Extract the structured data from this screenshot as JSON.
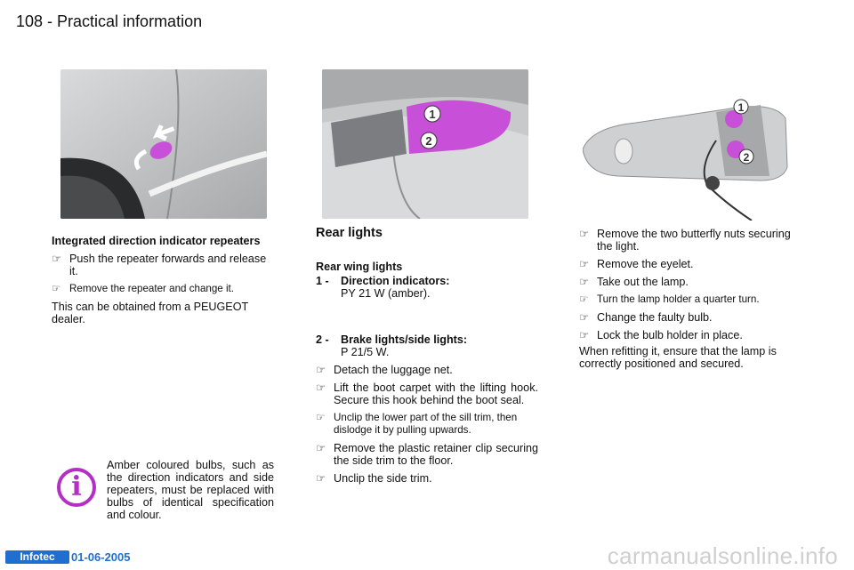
{
  "header": {
    "page_title": "108 - Practical information"
  },
  "left_column": {
    "heading": "Integrated direction indicator repeaters",
    "bullets": [
      "Push the repeater forwards and release it.",
      "Remove the repeater and change it."
    ],
    "note": "This can be obtained from a PEUGEOT dealer.",
    "info_box": "Amber coloured bulbs, such as the direction indicators and side repeaters, must be replaced with bulbs of identical specification and colour."
  },
  "middle_column": {
    "section_title": "Rear lights",
    "subheading": "Rear wing lights",
    "items": [
      {
        "number": "1 -",
        "label": "Direction indicators:",
        "detail": "PY 21 W (amber)."
      },
      {
        "number": "2 -",
        "label": "Brake lights/side lights:",
        "detail": "P 21/5 W."
      }
    ],
    "bullets": [
      "Detach the luggage net.",
      "Lift the boot carpet with the lifting hook. Secure this hook behind the boot seal.",
      "Unclip the lower part of the sill trim, then dislodge it by pulling upwards.",
      "Remove the plastic retainer clip securing the side trim to the floor.",
      "Unclip the side trim."
    ]
  },
  "right_column": {
    "bullets": [
      "Remove the two butterfly nuts securing the light.",
      "Remove the eyelet.",
      "Take out the lamp.",
      "Turn the lamp holder a quarter turn.",
      "Change the faulty bulb.",
      "Lock the bulb holder in place."
    ],
    "note": "When refitting it, ensure that the lamp is correctly positioned and secured."
  },
  "figures": {
    "callout_1": "1",
    "callout_2": "2",
    "bullet_symbol": "☞",
    "info_symbol": "i"
  },
  "colors": {
    "highlight": "#c850d8",
    "info_icon": "#b42fc4",
    "footer_blue": "#1e6fd0"
  },
  "footer": {
    "logo": "Infotec",
    "date": "01-06-2005",
    "watermark": "carmanualsonline.info"
  }
}
